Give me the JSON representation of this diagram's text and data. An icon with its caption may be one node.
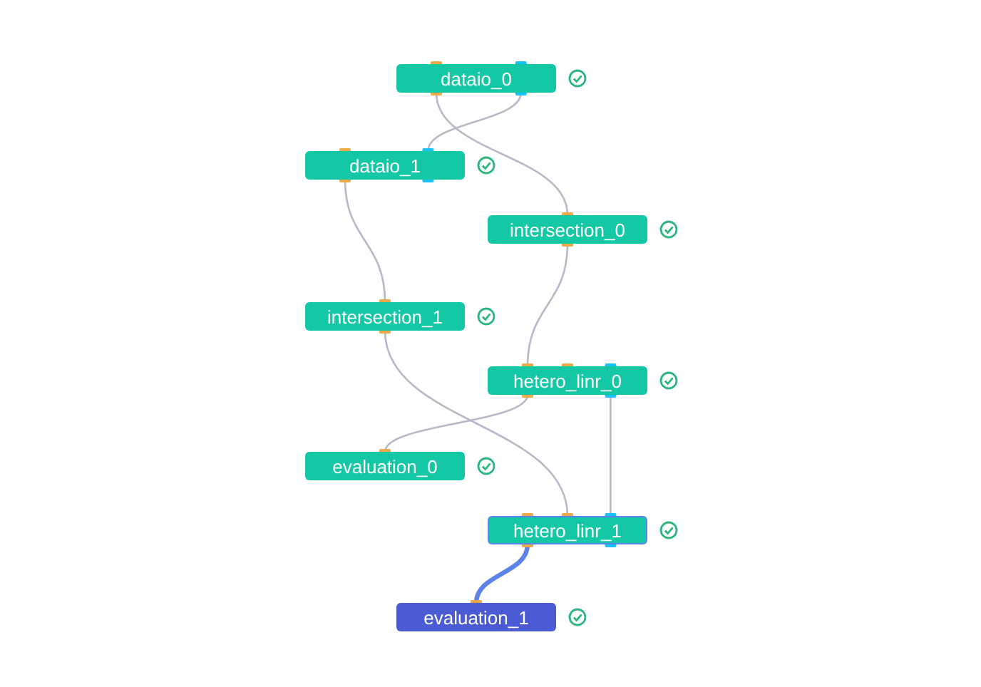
{
  "diagram": {
    "nodes": [
      {
        "text": [
          "dataio_0"
        ]
      },
      {
        "text": [
          "dataio_1"
        ]
      },
      {
        "text": [
          "intersection_0"
        ]
      },
      {
        "text": [
          "intersection_1"
        ]
      },
      {
        "text": [
          "hetero_linr_0"
        ]
      },
      {
        "text": [
          "evaluation_0"
        ]
      },
      {
        "text": [
          "hetero_linr_1"
        ]
      },
      {
        "text": [
          "evaluation_1"
        ]
      }
    ],
    "edges": [
      {
        "from": 0,
        "to": 2,
        "arrow": "none"
      },
      {
        "from": 0,
        "to": 1,
        "arrow": "none"
      },
      {
        "from": 1,
        "to": 3,
        "arrow": "none"
      },
      {
        "from": 2,
        "to": 4,
        "arrow": "none"
      },
      {
        "from": 3,
        "to": 6,
        "arrow": "none"
      },
      {
        "from": 4,
        "to": 5,
        "arrow": "none"
      },
      {
        "from": 4,
        "to": 6,
        "arrow": "none"
      },
      {
        "from": 6,
        "to": 7,
        "arrow": "none",
        "style": "thick",
        "color": "#5b83ea"
      }
    ]
  }
}
